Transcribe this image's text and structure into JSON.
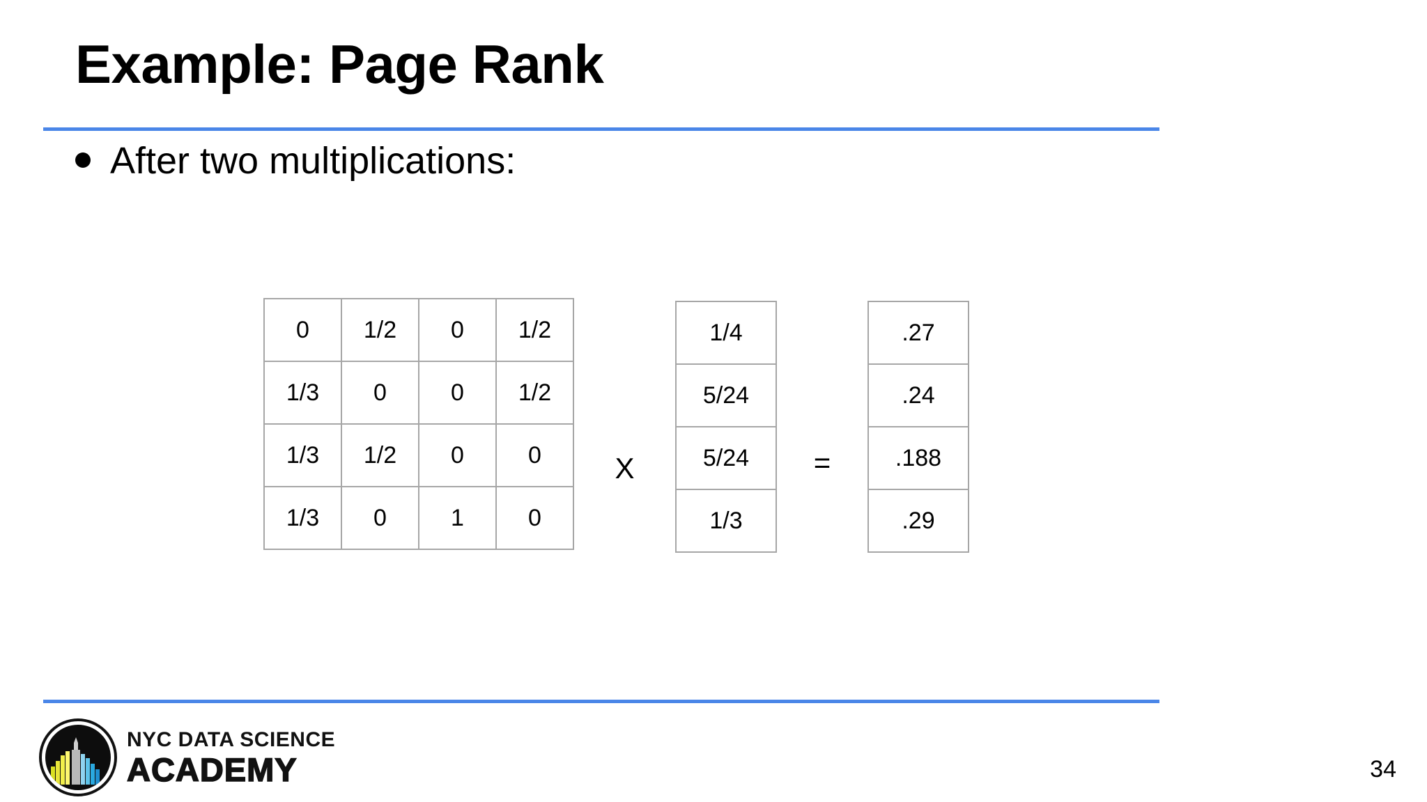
{
  "slide": {
    "title": "Example: Page Rank",
    "page_number": "34",
    "accent_color": "#4a86e8",
    "border_color": "#a6a6a6",
    "text_color": "#000000",
    "background_color": "#ffffff"
  },
  "body": {
    "bullet_marker": "●",
    "bullet_text": "After two multiplications:"
  },
  "equation": {
    "operator_times": "X",
    "operator_equals": "=",
    "matrix": {
      "rows": [
        [
          "0",
          "1/2",
          "0",
          "1/2"
        ],
        [
          "1/3",
          "0",
          "0",
          "1/2"
        ],
        [
          "1/3",
          "1/2",
          "0",
          "0"
        ],
        [
          "1/3",
          "0",
          "1",
          "0"
        ]
      ]
    },
    "input_vector": {
      "rows": [
        "1/4",
        "5/24",
        "5/24",
        "1/3"
      ]
    },
    "result_vector": {
      "rows": [
        ".27",
        ".24",
        ".188",
        ".29"
      ]
    }
  },
  "footer": {
    "logo_line_1": "NYC DATA SCIENCE",
    "logo_line_2": "ACADEMY"
  },
  "chart_data": {
    "type": "table",
    "title": "Example: Page Rank",
    "annotations": [
      "After two multiplications:",
      "X",
      "="
    ],
    "matrix": [
      [
        "0",
        "1/2",
        "0",
        "1/2"
      ],
      [
        "1/3",
        "0",
        "0",
        "1/2"
      ],
      [
        "1/3",
        "1/2",
        "0",
        "0"
      ],
      [
        "1/3",
        "0",
        "1",
        "0"
      ]
    ],
    "input_vector": [
      "1/4",
      "5/24",
      "5/24",
      "1/3"
    ],
    "result_vector": [
      ".27",
      ".24",
      ".188",
      ".29"
    ]
  }
}
